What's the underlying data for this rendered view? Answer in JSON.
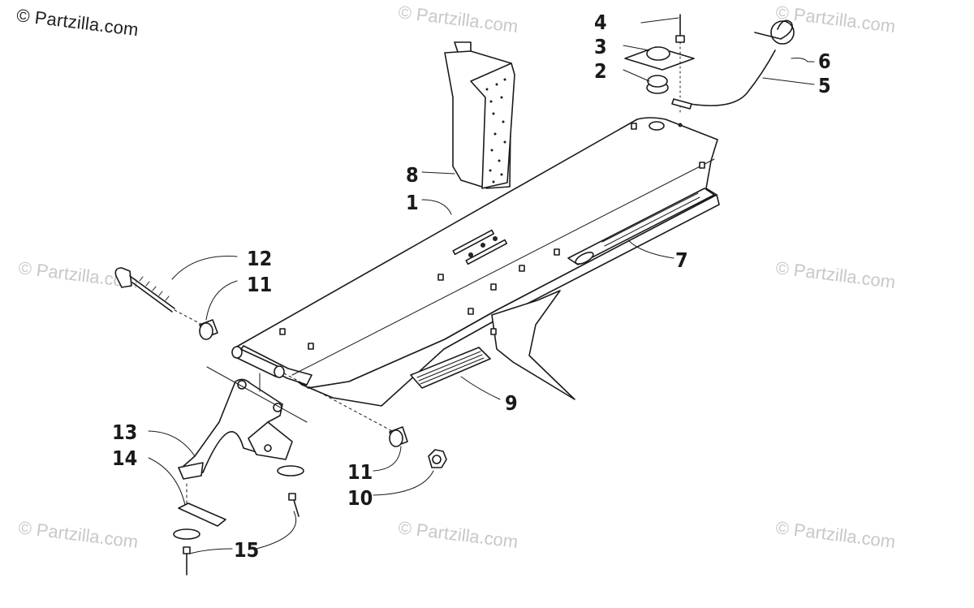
{
  "copyright": "© Partzilla.com",
  "watermark": "© Partzilla.com",
  "callouts": {
    "c1": "1",
    "c2": "2",
    "c3": "3",
    "c4": "4",
    "c5": "5",
    "c6": "6",
    "c7": "7",
    "c8": "8",
    "c9": "9",
    "c10": "10",
    "c11a": "11",
    "c11b": "11",
    "c12": "12",
    "c13": "13",
    "c14": "14",
    "c15": "15"
  }
}
